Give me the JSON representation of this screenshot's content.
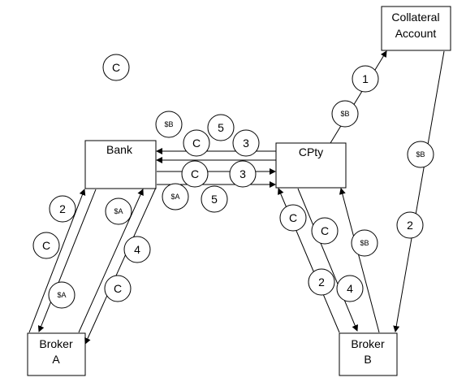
{
  "boxes": {
    "bank": "Bank",
    "cpty": "CPty",
    "broker_a": [
      "Broker",
      "A"
    ],
    "broker_b": [
      "Broker",
      "B"
    ],
    "collateral": [
      "Collateral",
      "Account"
    ]
  },
  "labels": {
    "c": "C",
    "dollar_a": "$A",
    "dollar_b": "$B",
    "one": "1",
    "two": "2",
    "three": "3",
    "four": "4",
    "five": "5"
  }
}
